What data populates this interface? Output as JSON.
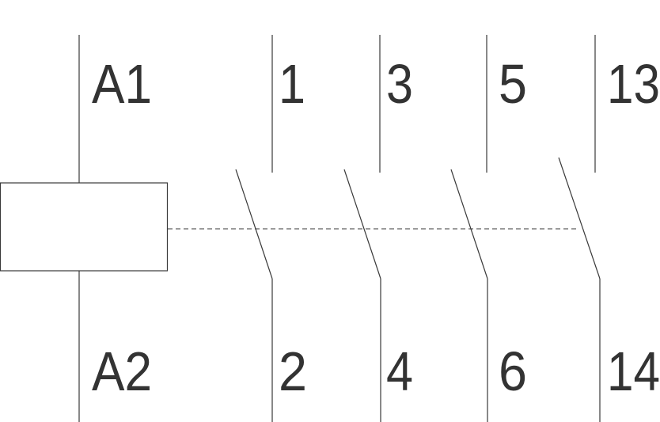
{
  "diagram": {
    "coil": {
      "top_terminal": "A1",
      "bottom_terminal": "A2"
    },
    "contacts": [
      {
        "top": "1",
        "bottom": "2",
        "type": "normally-open"
      },
      {
        "top": "3",
        "bottom": "4",
        "type": "normally-open"
      },
      {
        "top": "5",
        "bottom": "6",
        "type": "normally-open"
      },
      {
        "top": "13",
        "bottom": "14",
        "type": "normally-open-auxiliary"
      }
    ]
  }
}
